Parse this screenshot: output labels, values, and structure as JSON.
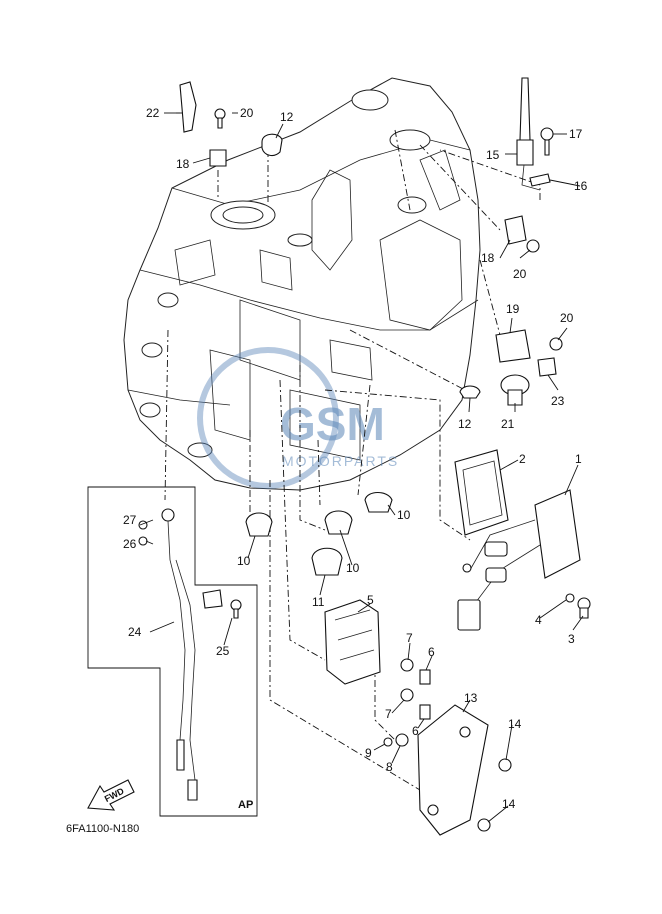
{
  "diagram": {
    "drawing_code": "6FA1100-N180",
    "inset_label": "AP",
    "fwd_label": "FWD",
    "watermark_text": "GSM",
    "watermark_subtext": "MOTORPARTS",
    "accent_color": "#5a86b8",
    "callouts": [
      {
        "id": "c22",
        "text": "22"
      },
      {
        "id": "c20a",
        "text": "20"
      },
      {
        "id": "c12a",
        "text": "12"
      },
      {
        "id": "c18a",
        "text": "18"
      },
      {
        "id": "c17",
        "text": "17"
      },
      {
        "id": "c15",
        "text": "15"
      },
      {
        "id": "c16",
        "text": "16"
      },
      {
        "id": "c18b",
        "text": "18"
      },
      {
        "id": "c20b",
        "text": "20"
      },
      {
        "id": "c19",
        "text": "19"
      },
      {
        "id": "c20c",
        "text": "20"
      },
      {
        "id": "c23",
        "text": "23"
      },
      {
        "id": "c12b",
        "text": "12"
      },
      {
        "id": "c21",
        "text": "21"
      },
      {
        "id": "c2",
        "text": "2"
      },
      {
        "id": "c1",
        "text": "1"
      },
      {
        "id": "c27",
        "text": "27"
      },
      {
        "id": "c26",
        "text": "26"
      },
      {
        "id": "c10a",
        "text": "10"
      },
      {
        "id": "c10b",
        "text": "10"
      },
      {
        "id": "c10c",
        "text": "10"
      },
      {
        "id": "c11",
        "text": "11"
      },
      {
        "id": "c5",
        "text": "5"
      },
      {
        "id": "c4",
        "text": "4"
      },
      {
        "id": "c3",
        "text": "3"
      },
      {
        "id": "c24",
        "text": "24"
      },
      {
        "id": "c25",
        "text": "25"
      },
      {
        "id": "c7a",
        "text": "7"
      },
      {
        "id": "c6a",
        "text": "6"
      },
      {
        "id": "c7b",
        "text": "7"
      },
      {
        "id": "c6b",
        "text": "6"
      },
      {
        "id": "c13",
        "text": "13"
      },
      {
        "id": "c14a",
        "text": "14"
      },
      {
        "id": "c9",
        "text": "9"
      },
      {
        "id": "c8",
        "text": "8"
      },
      {
        "id": "c14b",
        "text": "14"
      }
    ]
  }
}
